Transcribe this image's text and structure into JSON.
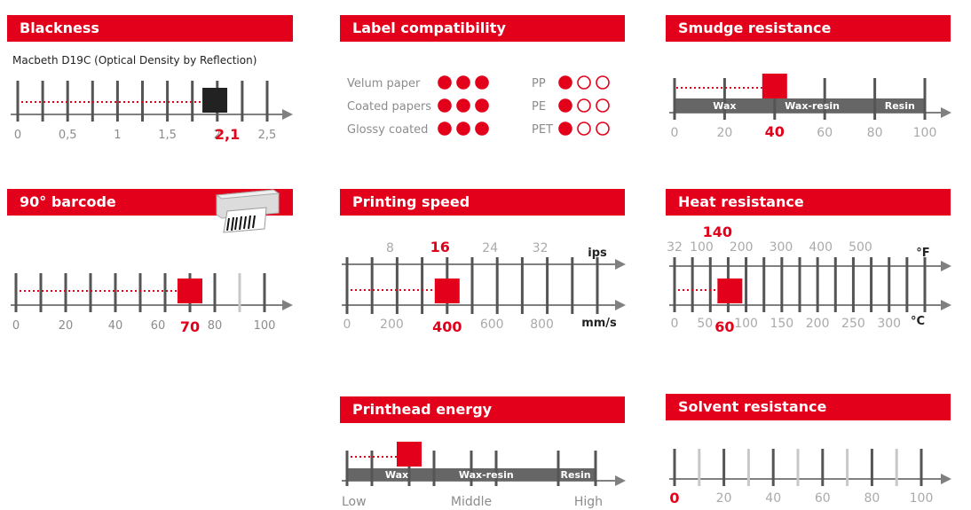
{
  "colors": {
    "accent": "#e2001a",
    "axis": "#808080",
    "tick_dark": "#555555",
    "tick_light": "#c8c8c8",
    "band": "#666666",
    "marker_dark": "#222222"
  },
  "chart_data": [
    {
      "id": "blackness",
      "type": "scale",
      "title": "Blackness",
      "subtitle": "Macbeth D19C (Optical Density by Reflection)",
      "tick_labels": [
        "0",
        "0,5",
        "1",
        "1,5",
        "2",
        "2,5"
      ],
      "tick_values": [
        0,
        0.5,
        1,
        1.5,
        2,
        2.5
      ],
      "xlim": [
        0,
        2.5
      ],
      "value": 2.1,
      "value_label": "2,1"
    },
    {
      "id": "label-compatibility",
      "type": "table",
      "title": "Label compatibility",
      "rows": [
        {
          "name": "Velum paper",
          "rating": 3,
          "max": 3
        },
        {
          "name": "Coated papers",
          "rating": 3,
          "max": 3
        },
        {
          "name": "Glossy coated",
          "rating": 3,
          "max": 3
        },
        {
          "name": "PP",
          "rating": 1,
          "max": 3
        },
        {
          "name": "PE",
          "rating": 1,
          "max": 3
        },
        {
          "name": "PET",
          "rating": 1,
          "max": 3
        }
      ]
    },
    {
      "id": "smudge-resistance",
      "type": "scale",
      "title": "Smudge resistance",
      "band_labels": [
        "Wax",
        "Wax-resin",
        "Resin"
      ],
      "tick_labels": [
        "0",
        "20",
        "40",
        "60",
        "80",
        "100"
      ],
      "tick_values": [
        0,
        20,
        40,
        60,
        80,
        100
      ],
      "xlim": [
        0,
        100
      ],
      "value": 40,
      "value_label": "40"
    },
    {
      "id": "barcode-90",
      "type": "scale",
      "title": "90° barcode",
      "tick_labels": [
        "0",
        "20",
        "40",
        "60",
        "80",
        "100"
      ],
      "tick_values": [
        0,
        20,
        40,
        60,
        80,
        100
      ],
      "xlim": [
        0,
        100
      ],
      "value": 70,
      "value_label": "70"
    },
    {
      "id": "printing-speed",
      "type": "dual-scale",
      "title": "Printing speed",
      "top_unit": "ips",
      "bottom_unit": "mm/s",
      "top_tick_labels": [
        "8",
        "24",
        "32"
      ],
      "top_tick_values": [
        8,
        24,
        32
      ],
      "bottom_tick_labels": [
        "0",
        "200",
        "600",
        "800"
      ],
      "bottom_tick_values": [
        0,
        200,
        600,
        800
      ],
      "value_top": 16,
      "value_top_label": "16",
      "value_bottom": 400,
      "value_bottom_label": "400"
    },
    {
      "id": "heat-resistance",
      "type": "dual-scale",
      "title": "Heat resistance",
      "top_unit": "°F",
      "bottom_unit": "°C",
      "top_tick_labels": [
        "32",
        "100",
        "200",
        "300",
        "400",
        "500"
      ],
      "top_tick_values": [
        32,
        100,
        200,
        300,
        400,
        500
      ],
      "bottom_tick_labels": [
        "0",
        "50",
        "100",
        "150",
        "200",
        "250",
        "300"
      ],
      "bottom_tick_values": [
        0,
        50,
        100,
        150,
        200,
        250,
        300
      ],
      "value_top": 140,
      "value_top_label": "140",
      "value_bottom": 60,
      "value_bottom_label": "60"
    },
    {
      "id": "printhead-energy",
      "type": "scale",
      "title": "Printhead energy",
      "band_labels": [
        "Wax",
        "Wax-resin",
        "Resin"
      ],
      "tick_labels": [
        "Low",
        "Middle",
        "High"
      ],
      "value": 0.2
    },
    {
      "id": "solvent-resistance",
      "type": "scale",
      "title": "Solvent resistance",
      "tick_labels": [
        "0",
        "20",
        "40",
        "60",
        "80",
        "100"
      ],
      "tick_values": [
        0,
        20,
        40,
        60,
        80,
        100
      ],
      "xlim": [
        0,
        100
      ],
      "value": 0,
      "value_label": "0"
    }
  ]
}
